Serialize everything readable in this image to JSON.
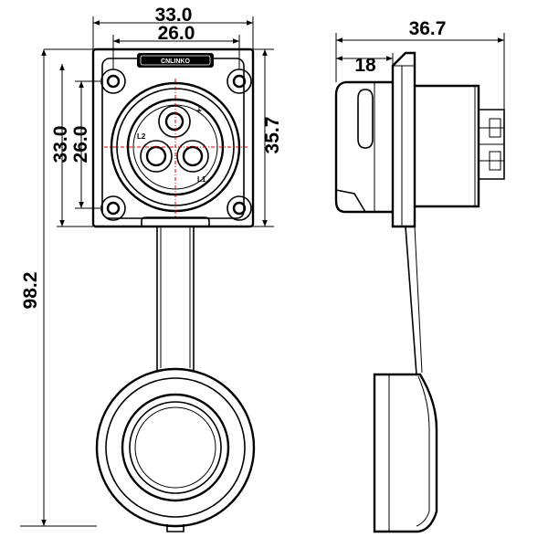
{
  "dimensions": {
    "top_outer_width": "33.0",
    "top_inner_width": "26.0",
    "left_outer_height": "33.0",
    "left_inner_height": "26.0",
    "right_height": "35.7",
    "total_height": "98.2",
    "side_total_depth": "36.7",
    "side_front_depth": "18"
  },
  "labels": {
    "brand": "CNLINKO",
    "pin_l1": "L1",
    "pin_l2": "L2",
    "pin_pe": "⏚"
  }
}
